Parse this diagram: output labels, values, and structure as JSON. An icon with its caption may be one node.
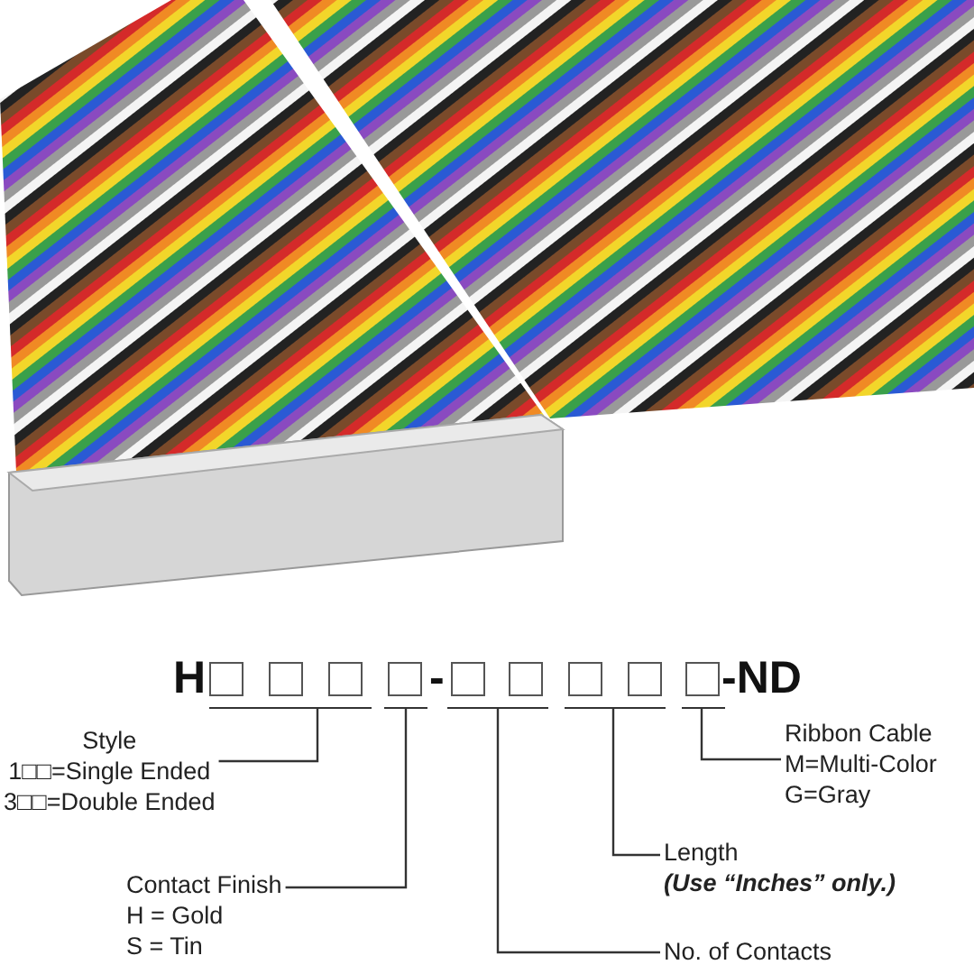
{
  "diagram": {
    "nodes": [
      {
        "text": [
          "Style",
          "1□□=Single Ended",
          "3□□=Double Ended"
        ]
      },
      {
        "text": [
          "Contact Finish",
          "H = Gold",
          "S = Tin"
        ]
      },
      {
        "text": [
          "No. of Contacts"
        ]
      },
      {
        "text": [
          "Length",
          "(Use “Inches” only.)"
        ]
      },
      {
        "text": [
          "Ribbon Cable",
          "M=Multi-Color",
          "G=Gray"
        ]
      },
      {
        "text": [],
        "shape": "box"
      },
      {
        "text": [],
        "shape": "box"
      },
      {
        "text": [],
        "shape": "box"
      },
      {
        "text": [],
        "shape": "box"
      },
      {
        "text": [],
        "shape": "box"
      }
    ],
    "edges": [
      {
        "from": 0,
        "to": 5,
        "arrow": "none"
      },
      {
        "from": 1,
        "to": 6,
        "arrow": "none"
      },
      {
        "from": 2,
        "to": 7,
        "arrow": "none"
      },
      {
        "from": 3,
        "to": 8,
        "arrow": "none"
      },
      {
        "from": 4,
        "to": 9,
        "arrow": "none"
      }
    ],
    "labels": [
      "H",
      "-",
      "-ND"
    ]
  }
}
